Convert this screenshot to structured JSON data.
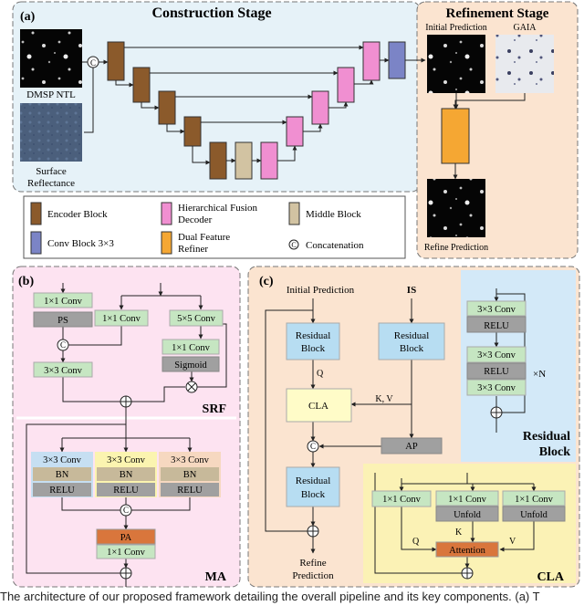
{
  "panel_a": {
    "tag": "(a)",
    "construction_title": "Construction Stage",
    "refinement_title": "Refinement Stage",
    "inputs": {
      "dmsp": "DMSP NTL",
      "surface_1": "Surface",
      "surface_2": "Reflectance",
      "concat_symbol": "C"
    },
    "refine": {
      "initial": "Initial Prediction",
      "gaia": "GAIA",
      "output": "Refine Prediction"
    },
    "legend": {
      "encoder": "Encoder Block",
      "hfd_1": "Hierarchical Fusion",
      "hfd_2": "Decoder",
      "middle": "Middle Block",
      "conv": "Conv Block 3×3",
      "dfr_1": "Dual Feature",
      "dfr_2": "Refiner",
      "concat": "Concatenation",
      "concat_symbol": "C"
    }
  },
  "panel_b": {
    "tag": "(b)",
    "srf_label": "SRF",
    "ma_label": "MA",
    "conv1x1": "1×1 Conv",
    "ps": "PS",
    "conv5x5": "5×5 Conv",
    "sigmoid": "Sigmoid",
    "conv3x3": "3×3 Conv",
    "bn": "BN",
    "relu": "RELU",
    "pa": "PA",
    "c": "C"
  },
  "panel_c": {
    "tag": "(c)",
    "initial": "Initial Prediction",
    "is": "IS",
    "residual_1": "Residual",
    "residual_2": "Block",
    "cla": "CLA",
    "q": "Q",
    "kv": "K, V",
    "ap": "AP",
    "c": "C",
    "refine_1": "Refine",
    "refine_2": "Prediction",
    "res_panel_label_1": "Residual",
    "res_panel_label_2": "Block",
    "conv3x3": "3×3 Conv",
    "relu": "RELU",
    "times_n": "×N",
    "cla_panel_label": "CLA",
    "conv1x1": "1×1 Conv",
    "unfold": "Unfold",
    "attention": "Attention",
    "k": "K",
    "v": "V"
  },
  "caption": "The architecture of our proposed framework detailing the overall pipeline and its key components. (a) T"
}
